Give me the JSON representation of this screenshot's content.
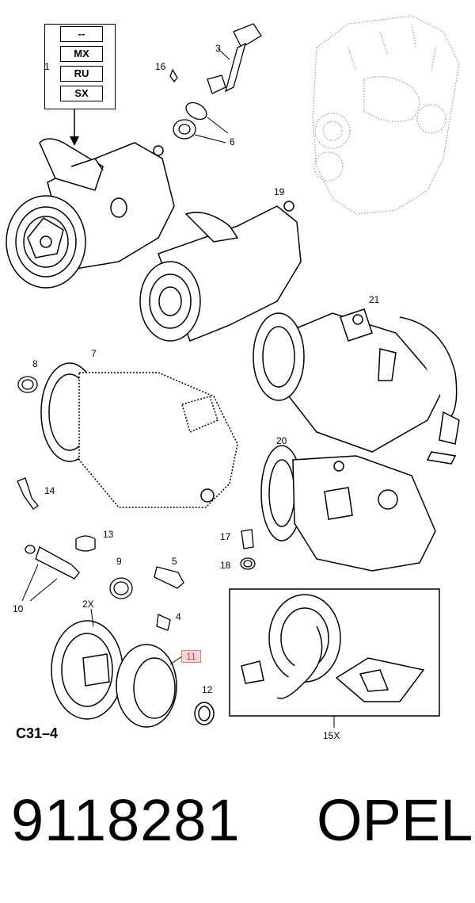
{
  "variants": [
    "--",
    "MX",
    "RU",
    "SX"
  ],
  "callouts": {
    "c1": "1",
    "c3": "3",
    "c6": "6",
    "c16": "16",
    "c19": "19",
    "c21": "21",
    "c7": "7",
    "c8": "8",
    "c14": "14",
    "c20": "20",
    "c13": "13",
    "c17": "17",
    "c18": "18",
    "c9": "9",
    "c5": "5",
    "c10": "10",
    "c2x": "2X",
    "c4": "4",
    "c11": "11",
    "c12": "12",
    "c15x": "15X"
  },
  "diagram_code": "C31–4",
  "part_number": "9118281",
  "brand": "OPEL",
  "colors": {
    "highlight_fill": "#f7d6d6",
    "highlight_border": "#e07a7a"
  }
}
